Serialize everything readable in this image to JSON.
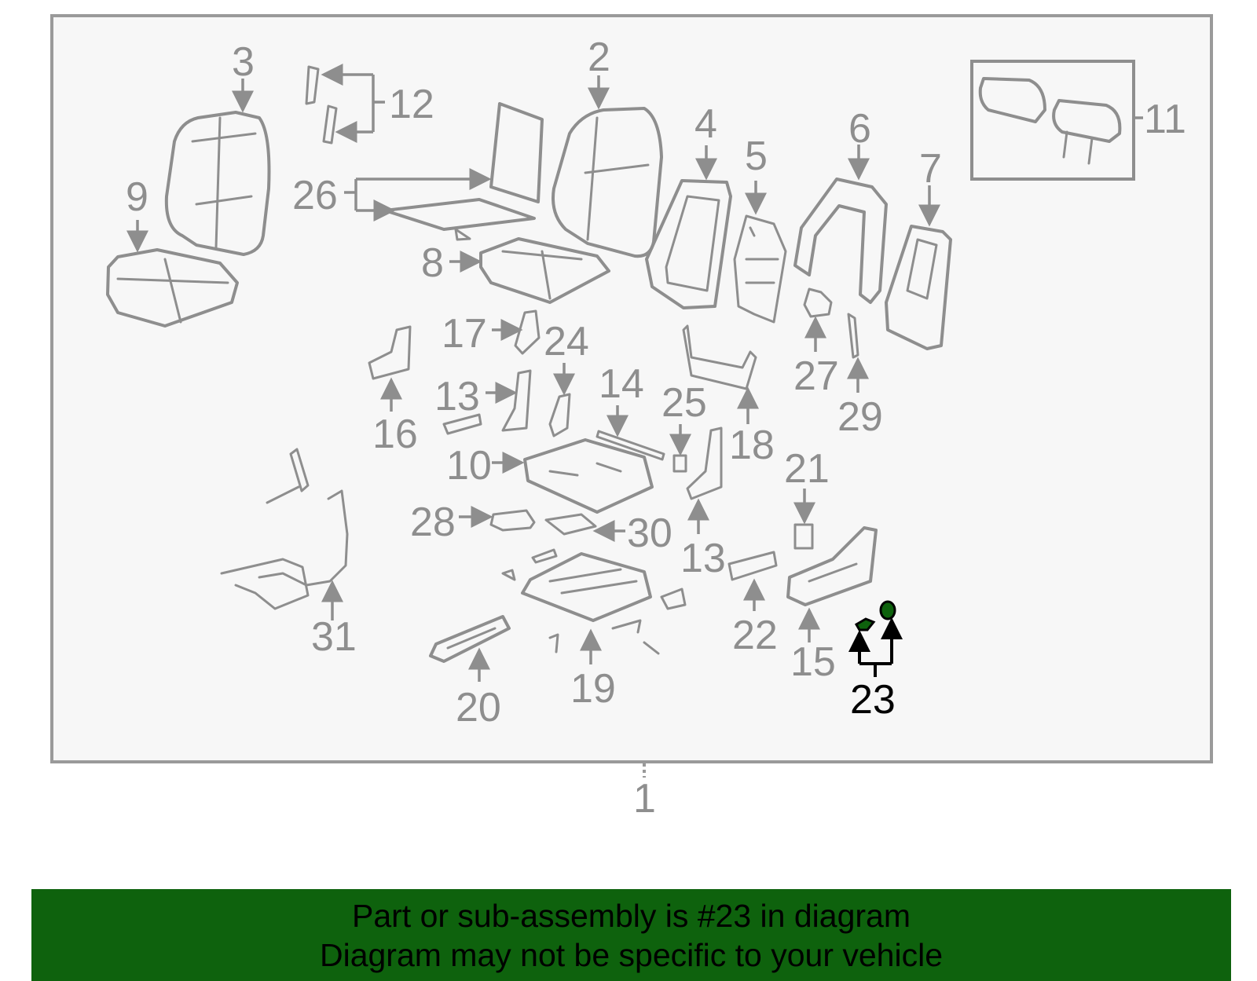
{
  "diagram": {
    "assembly_label": "1",
    "highlight_color": "#0e620d",
    "callouts": {
      "c2": "2",
      "c3": "3",
      "c4": "4",
      "c5": "5",
      "c6": "6",
      "c7": "7",
      "c8": "8",
      "c9": "9",
      "c10": "10",
      "c11": "11",
      "c12": "12",
      "c13a": "13",
      "c13b": "13",
      "c14": "14",
      "c15": "15",
      "c16": "16",
      "c17": "17",
      "c18": "18",
      "c19": "19",
      "c20": "20",
      "c21": "21",
      "c22": "22",
      "c23": "23",
      "c24": "24",
      "c25": "25",
      "c26": "26",
      "c27": "27",
      "c28": "28",
      "c29": "29",
      "c30": "30",
      "c31": "31"
    }
  },
  "banner": {
    "line1": "Part or sub-assembly is #23 in diagram",
    "line2": "Diagram may not be specific to your vehicle",
    "background": "#0e620d"
  }
}
